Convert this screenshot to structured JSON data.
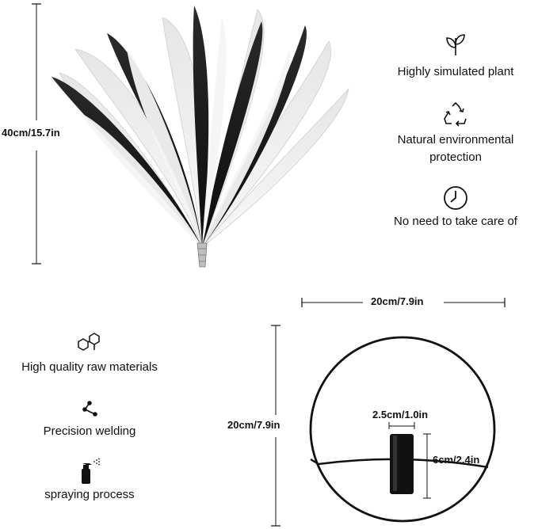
{
  "dimensions": {
    "plant_height": "40cm/15.7in",
    "ring_width": "20cm/7.9in",
    "ring_height": "20cm/7.9in",
    "tube_diameter": "2.5cm/1.0in",
    "tube_height": "6cm/2.4in"
  },
  "features_right": [
    {
      "icon": "leaf-icon",
      "label": "Highly simulated plant"
    },
    {
      "icon": "recycle-icon",
      "label_line1": "Natural environmental",
      "label_line2": "protection"
    },
    {
      "icon": "clock-icon",
      "label": "No need to take care of"
    }
  ],
  "features_left": [
    {
      "icon": "hexagon-molecule-icon",
      "label": "High quality raw materials"
    },
    {
      "icon": "welding-nodes-icon",
      "label": "Precision welding"
    },
    {
      "icon": "spray-bottle-icon",
      "label": "spraying process"
    }
  ],
  "colors": {
    "ink": "#111111",
    "background": "#ffffff",
    "plume_light": "#f2f2f2",
    "plume_dark": "#151515"
  }
}
